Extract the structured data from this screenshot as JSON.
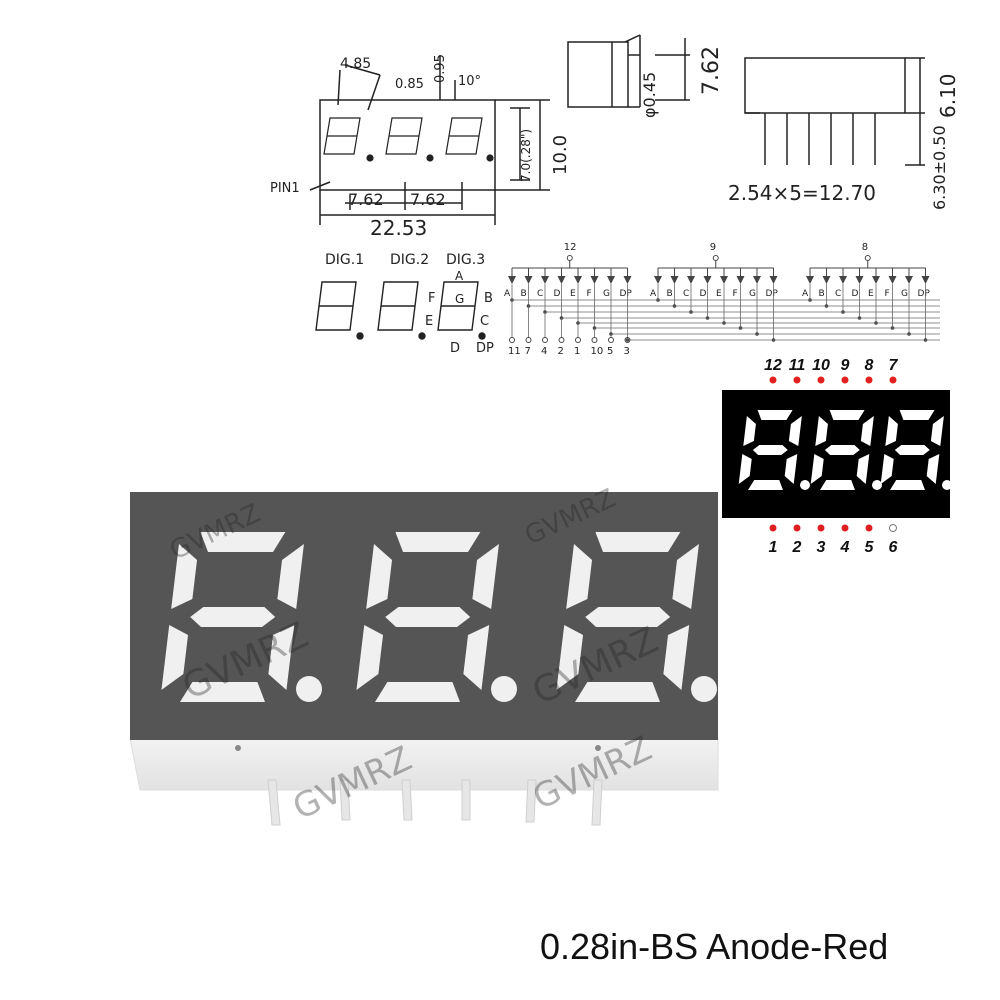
{
  "outline_dims": {
    "seg_width": "4.85",
    "gap": "0.85",
    "seg_thick": "0.95",
    "slant": "10°",
    "digit_height": "7.0(.28\")",
    "body_height": "10.0",
    "pitch_left": "7.62",
    "pitch_right": "7.62",
    "body_width": "22.53",
    "pin1": "PIN1"
  },
  "side_dims": {
    "pin_dia": "φ0.45",
    "height": "7.62"
  },
  "front_dims": {
    "body_h": "6.10",
    "pin_len": "6.30±0.50",
    "pin_pitch": "2.54×5=12.70"
  },
  "digit_labels": [
    "DIG.1",
    "DIG.2",
    "DIG.3"
  ],
  "segment_letters": {
    "a": "A",
    "b": "B",
    "c": "C",
    "d": "D",
    "e": "E",
    "f": "F",
    "g": "G",
    "dp": "DP"
  },
  "schematic": {
    "commons": [
      "12",
      "9",
      "8"
    ],
    "segments": [
      "A",
      "B",
      "C",
      "D",
      "E",
      "F",
      "G",
      "DP"
    ],
    "bottom_pins": [
      "11",
      "7",
      "4",
      "2",
      "1",
      "10",
      "5",
      "3"
    ]
  },
  "pinout": {
    "top_pins": [
      "12",
      "11",
      "10",
      "9",
      "8",
      "7"
    ],
    "bottom_pins": [
      "1",
      "2",
      "3",
      "4",
      "5",
      "6"
    ]
  },
  "watermark": "GVMRZ",
  "caption": "0.28in-BS Anode-Red",
  "colors": {
    "led_segment": "#f0f0f0",
    "display_face": "#555555",
    "pin_dot": "#e02020",
    "black_face": "#000000"
  }
}
